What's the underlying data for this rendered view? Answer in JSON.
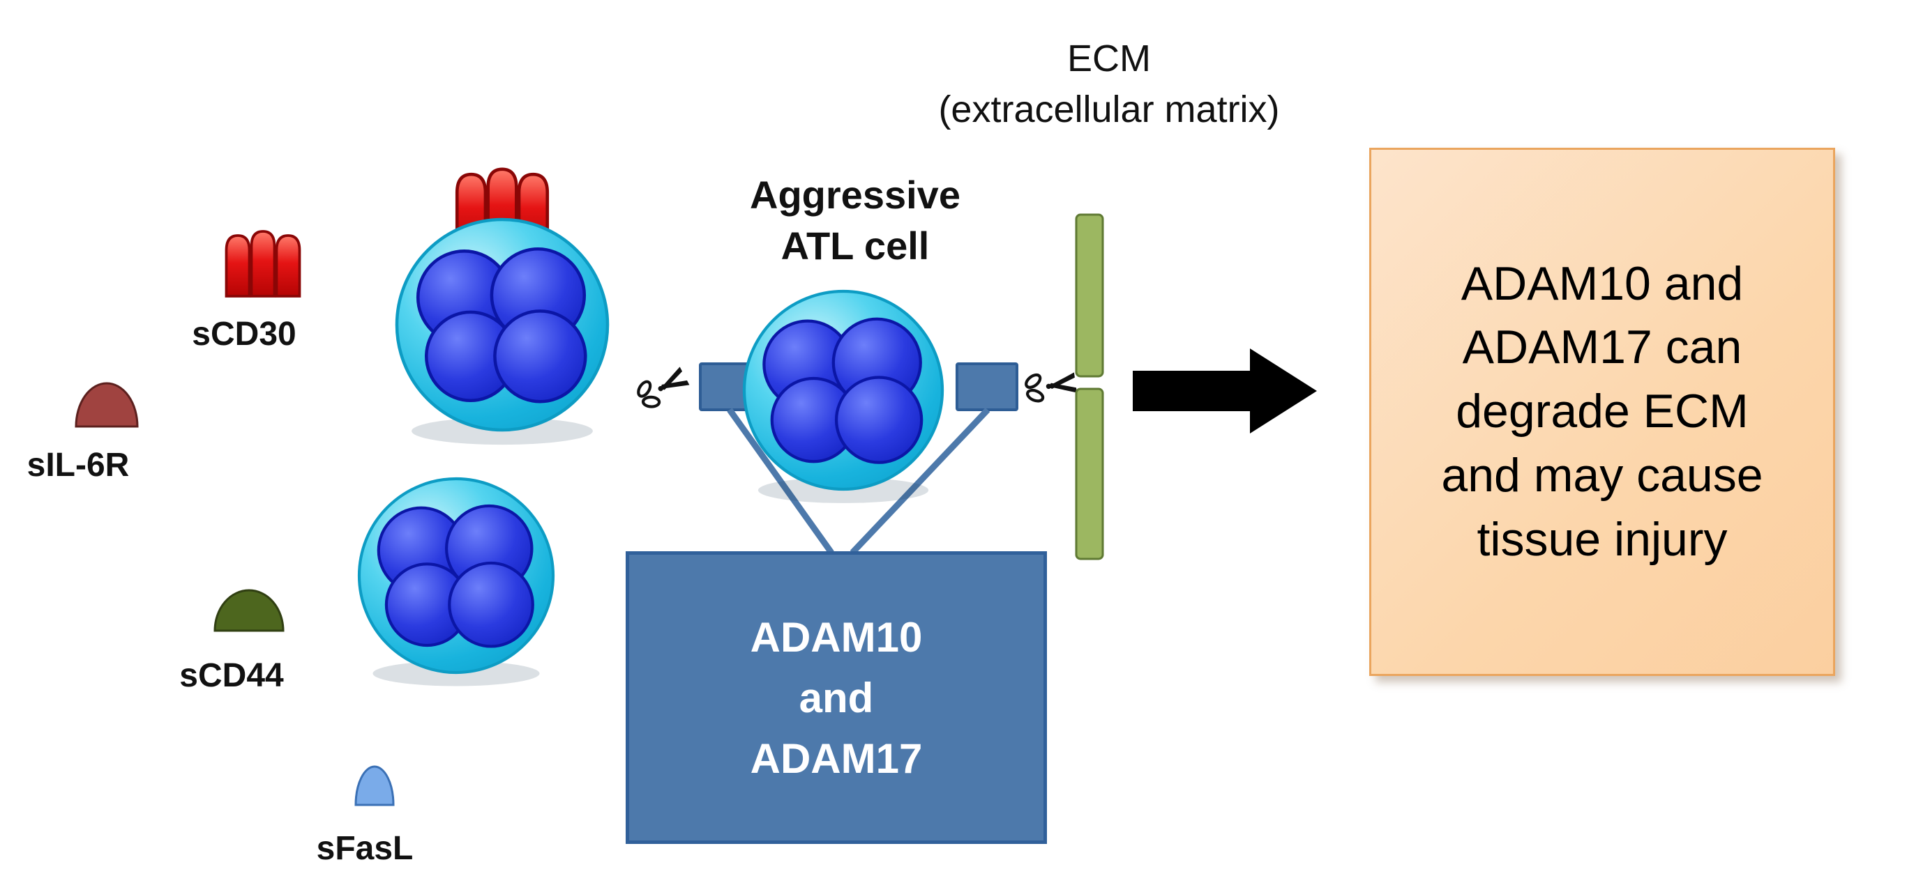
{
  "labels": {
    "ecm": {
      "line1": "ECM",
      "line2": "(extracellular matrix)"
    },
    "aggressive": {
      "line1": "Aggressive",
      "line2": "ATL cell"
    },
    "scd30": "sCD30",
    "sil6r": "sIL-6R",
    "scd44": "sCD44",
    "sfasl": "sFasL"
  },
  "adam_box": {
    "lines": [
      "ADAM10",
      "and",
      "ADAM17"
    ]
  },
  "conclusion_box": {
    "lines": [
      "ADAM10 and",
      "ADAM17 can",
      "degrade ECM",
      "and may cause",
      "tissue injury"
    ]
  },
  "icons": {
    "scissors_glyph": "✂"
  },
  "colors": {
    "cell_membrane_cyan": "#18b3dd",
    "cell_nucleus_blue": "#1b2ad0",
    "adam_steel_blue": "#4d79ab",
    "adam_border_blue": "#30609a",
    "ecm_green": "#9cb761",
    "cd30_red": "#e01212",
    "il6r_brick_red": "#a04340",
    "cd44_olive_green": "#4d661e",
    "fasl_light_blue": "#7aabe9",
    "conclusion_box_fill": "#fcd6ab",
    "conclusion_box_border": "#eaa55e",
    "arrow_black": "#000000"
  }
}
